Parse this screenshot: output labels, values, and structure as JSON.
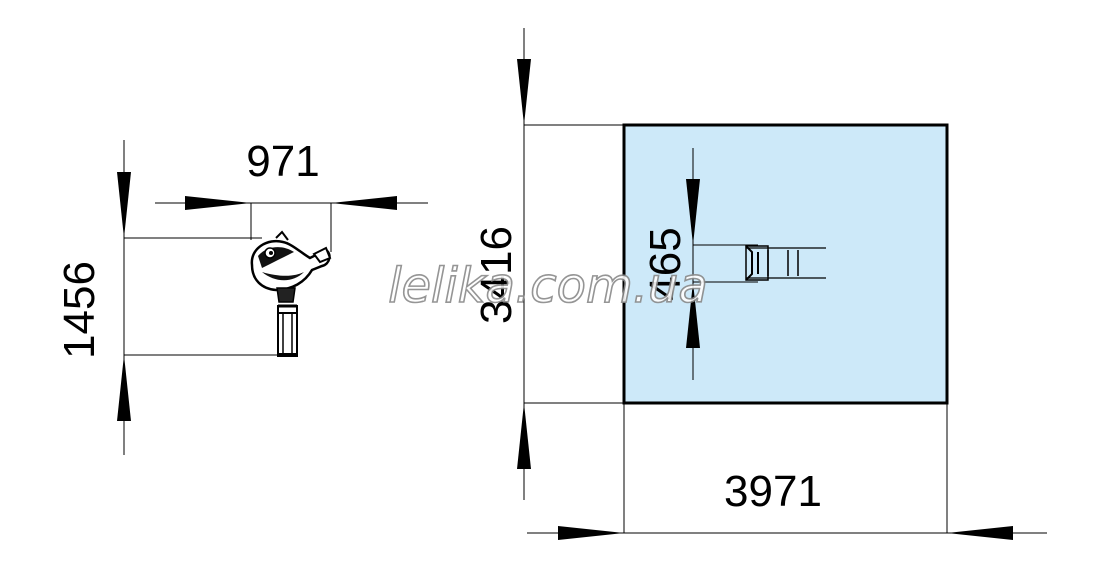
{
  "dimensions": {
    "equipment_width": "971",
    "equipment_length": "1456",
    "area_height": "3416",
    "area_width": "3971",
    "equipment_depth_in_plan": "465"
  },
  "watermark": "lelika.com.ua",
  "colors": {
    "area_fill": "#cde9f9",
    "area_border": "#000000",
    "lines": "#000000"
  }
}
